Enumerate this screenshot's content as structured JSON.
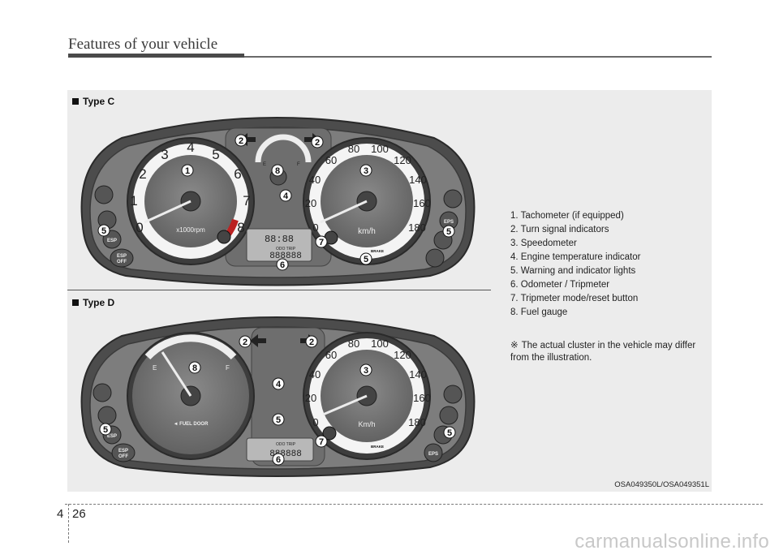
{
  "header": {
    "title": "Features of your vehicle"
  },
  "figure": {
    "type_c": "Type C",
    "type_d": "Type D",
    "code": "OSA049350L/OSA049351L",
    "callouts": [
      "1",
      "2",
      "3",
      "4",
      "5",
      "6",
      "7",
      "8"
    ],
    "cluster_c": {
      "tach_ticks": [
        "0",
        "1",
        "2",
        "3",
        "4",
        "5",
        "6",
        "7",
        "8"
      ],
      "tach_unit": "x1000rpm",
      "speed_ticks": [
        "0",
        "20",
        "40",
        "60",
        "80",
        "100",
        "120",
        "140",
        "160",
        "180"
      ],
      "speed_unit": "km/h",
      "display_time": "88:88",
      "display_mode": "ODO TRIP",
      "display_digits": "888888",
      "fuel_e": "E",
      "fuel_f": "F",
      "esp": "ESP",
      "esp_off_1": "ESP",
      "esp_off_2": "OFF",
      "eps": "EPS",
      "brake": "BRAKE"
    },
    "cluster_d": {
      "fuel_e": "E",
      "fuel_f": "F",
      "fuel_door": "◄ FUEL DOOR",
      "speed_ticks": [
        "0",
        "20",
        "40",
        "60",
        "80",
        "100",
        "120",
        "140",
        "160",
        "180"
      ],
      "speed_unit": "Km/h",
      "display_mode": "ODO TRIP",
      "display_digits": "888888",
      "esp": "ESP",
      "esp_off_1": "ESP",
      "esp_off_2": "OFF",
      "eps": "EPS",
      "brake": "BRAKE"
    }
  },
  "legend": [
    "1. Tachometer (if equipped)",
    "2. Turn signal indicators",
    "3. Speedometer",
    "4. Engine temperature indicator",
    "5. Warning and indicator lights",
    "6. Odometer / Tripmeter",
    "7. Tripmeter mode/reset button",
    "8. Fuel gauge"
  ],
  "note": {
    "mark": "※",
    "text": "The actual cluster in the vehicle may differ from the illustration."
  },
  "footer": {
    "chapter": "4",
    "page": "26",
    "watermark": "carmanualsonline.info"
  }
}
